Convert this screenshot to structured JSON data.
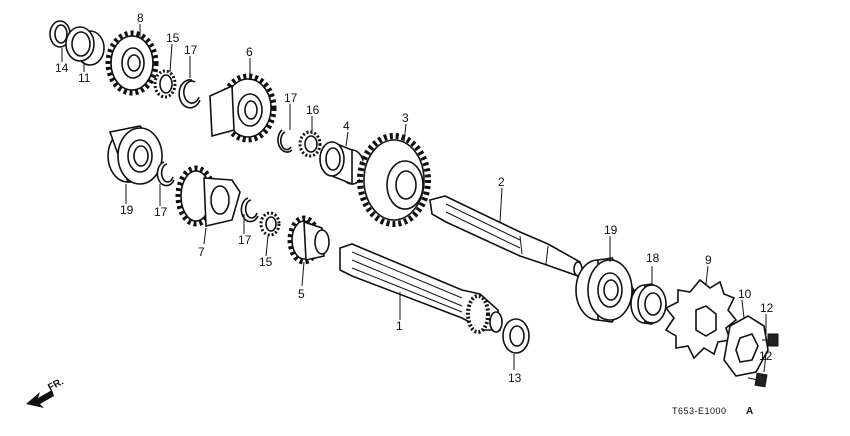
{
  "diagram": {
    "code": "T653-E1000",
    "suffix": "A",
    "direction": "FR."
  },
  "parts": [
    {
      "id": "p14",
      "label": "14"
    },
    {
      "id": "p11",
      "label": "11"
    },
    {
      "id": "p8",
      "label": "8"
    },
    {
      "id": "p15a",
      "label": "15"
    },
    {
      "id": "p17a",
      "label": "17"
    },
    {
      "id": "p6",
      "label": "6"
    },
    {
      "id": "p17b",
      "label": "17"
    },
    {
      "id": "p16",
      "label": "16"
    },
    {
      "id": "p4",
      "label": "4"
    },
    {
      "id": "p3",
      "label": "3"
    },
    {
      "id": "p2",
      "label": "2"
    },
    {
      "id": "p19a",
      "label": "19"
    },
    {
      "id": "p17c",
      "label": "17"
    },
    {
      "id": "p7",
      "label": "7"
    },
    {
      "id": "p17d",
      "label": "17"
    },
    {
      "id": "p15b",
      "label": "15"
    },
    {
      "id": "p5",
      "label": "5"
    },
    {
      "id": "p1",
      "label": "1"
    },
    {
      "id": "p19b",
      "label": "19"
    },
    {
      "id": "p18",
      "label": "18"
    },
    {
      "id": "p9",
      "label": "9"
    },
    {
      "id": "p10",
      "label": "10"
    },
    {
      "id": "p12a",
      "label": "12"
    },
    {
      "id": "p12b",
      "label": "12"
    },
    {
      "id": "p13",
      "label": "13"
    }
  ]
}
